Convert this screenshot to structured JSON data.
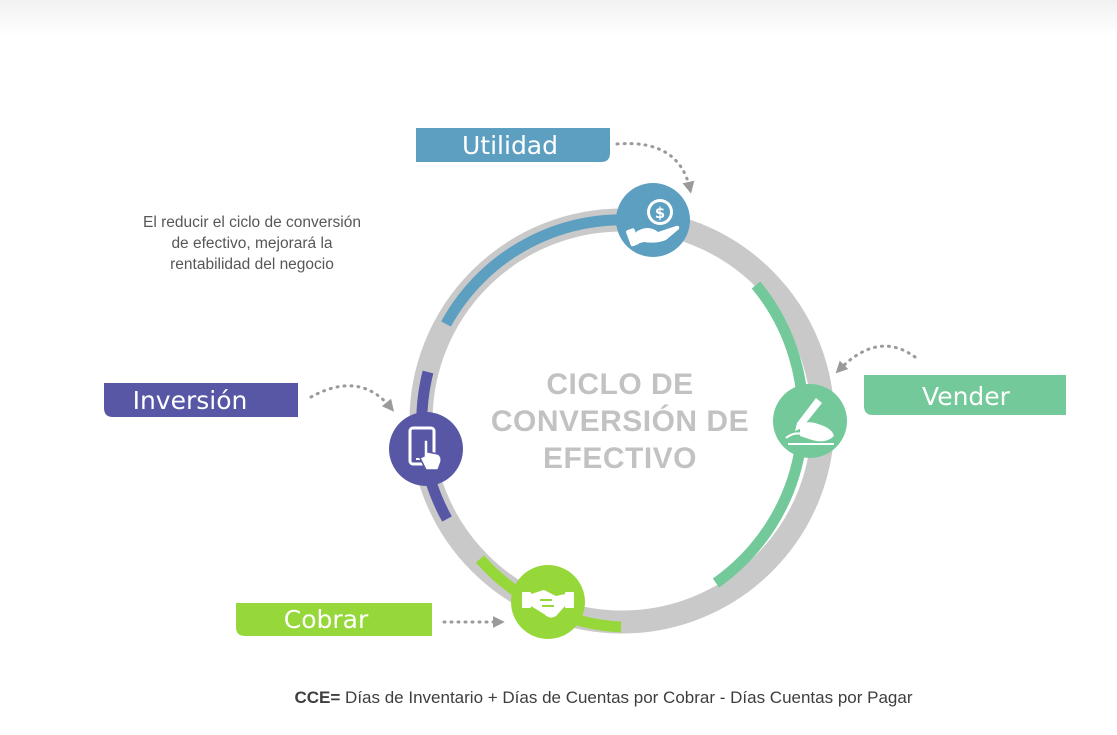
{
  "stages": {
    "utilidad": {
      "label": "Utilidad",
      "color": "#5c9fc0",
      "icon": "dollar-hand-icon"
    },
    "vender": {
      "label": "Vender",
      "color": "#73c999",
      "icon": "signing-hand-icon"
    },
    "cobrar": {
      "label": "Cobrar",
      "color": "#96d83a",
      "icon": "handshake-icon"
    },
    "inversion": {
      "label": "Inversión",
      "color": "#5757a6",
      "icon": "tablet-touch-icon"
    }
  },
  "center": {
    "line1": "CICLO DE",
    "line2": "CONVERSIÓN DE",
    "line3": "EFECTIVO"
  },
  "note": {
    "line1": "El reducir el ciclo de conversión",
    "line2": "de efectivo, mejorará la",
    "line3": "rentabilidad del negocio"
  },
  "formula": {
    "abbr": "CCE=",
    "text": " Días de Inventario + Días de Cuentas por Cobrar - Días Cuentas por Pagar"
  },
  "colors": {
    "ring": "#c9c9c9",
    "center_text": "#c2c2c2"
  }
}
